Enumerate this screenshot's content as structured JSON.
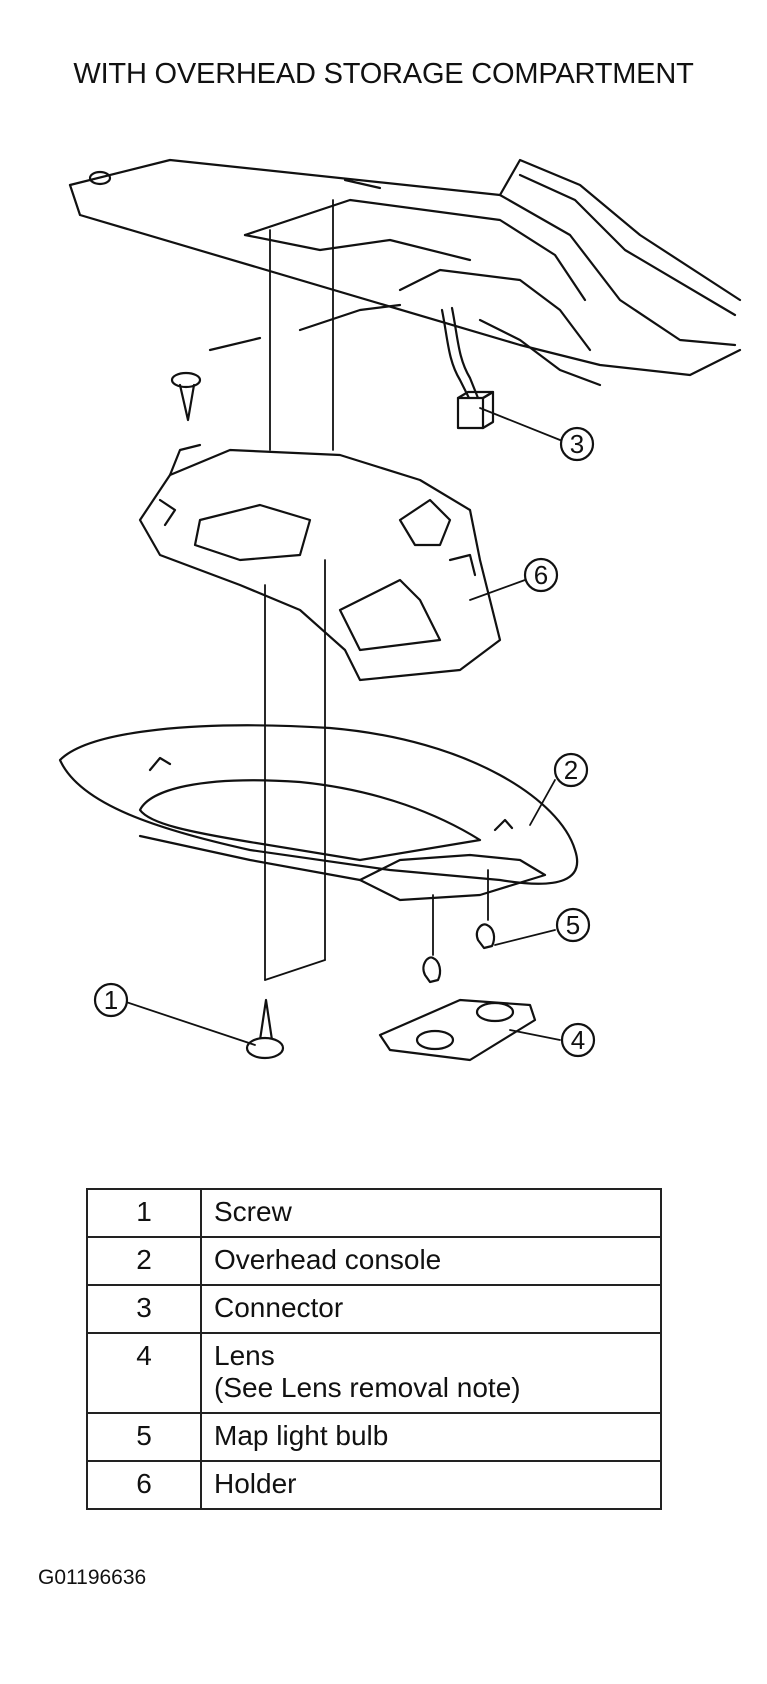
{
  "title": "WITH OVERHEAD STORAGE COMPARTMENT",
  "callouts": [
    "1",
    "2",
    "3",
    "4",
    "5",
    "6"
  ],
  "legend": [
    {
      "num": "1",
      "label": "Screw",
      "note": ""
    },
    {
      "num": "2",
      "label": "Overhead console",
      "note": ""
    },
    {
      "num": "3",
      "label": "Connector",
      "note": ""
    },
    {
      "num": "4",
      "label": "Lens",
      "note": "(See Lens removal note)"
    },
    {
      "num": "5",
      "label": "Map light bulb",
      "note": ""
    },
    {
      "num": "6",
      "label": "Holder",
      "note": ""
    }
  ],
  "figure_id": "G01196636"
}
